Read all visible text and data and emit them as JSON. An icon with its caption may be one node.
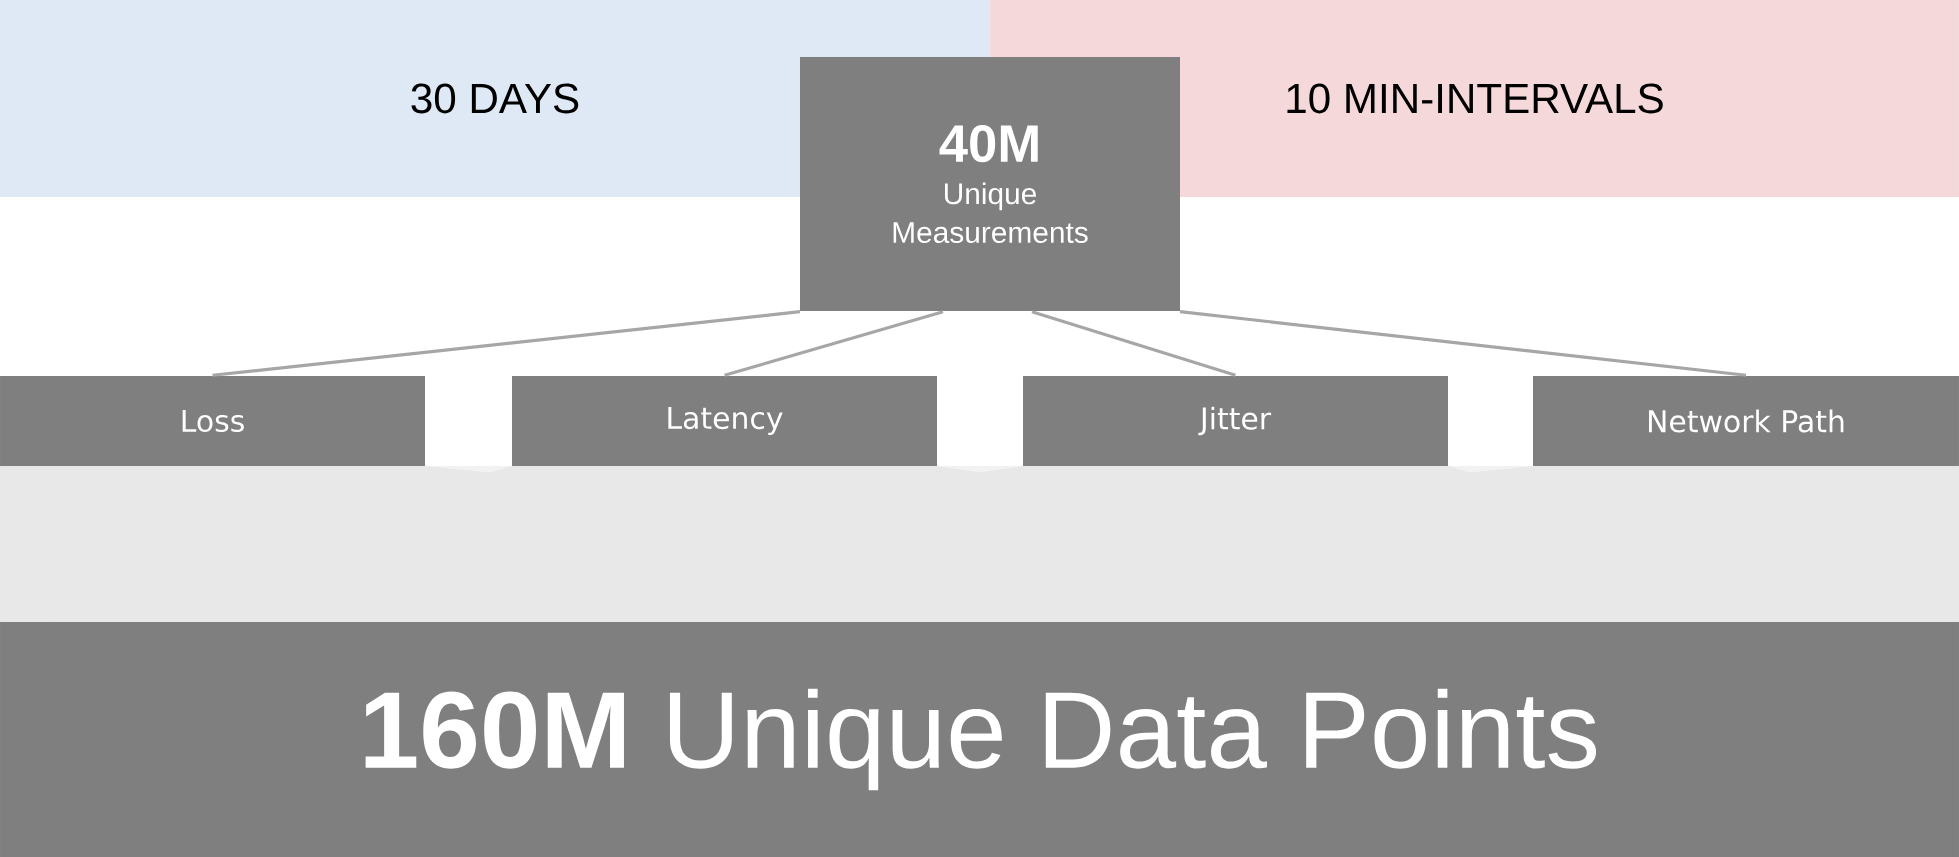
{
  "diagram": {
    "nodes": [
      {
        "text": [
          "30 DAYS"
        ]
      },
      {
        "text": [
          "40M",
          "Unique Measurements"
        ]
      },
      {
        "text": [
          "10 MIN-INTERVALS"
        ]
      },
      {
        "text": [
          "Loss"
        ]
      },
      {
        "text": [
          "Latency"
        ]
      },
      {
        "text": [
          "Jitter"
        ]
      },
      {
        "text": [
          "Network Path"
        ]
      },
      {
        "text": [
          "**160M** Unique Data Points"
        ]
      }
    ],
    "edges": [
      {
        "from": 1,
        "to": 3,
        "arrow": "none"
      },
      {
        "from": 1,
        "to": 4,
        "arrow": "none"
      },
      {
        "from": 1,
        "to": 5,
        "arrow": "none"
      },
      {
        "from": 1,
        "to": 6,
        "arrow": "none"
      }
    ]
  }
}
